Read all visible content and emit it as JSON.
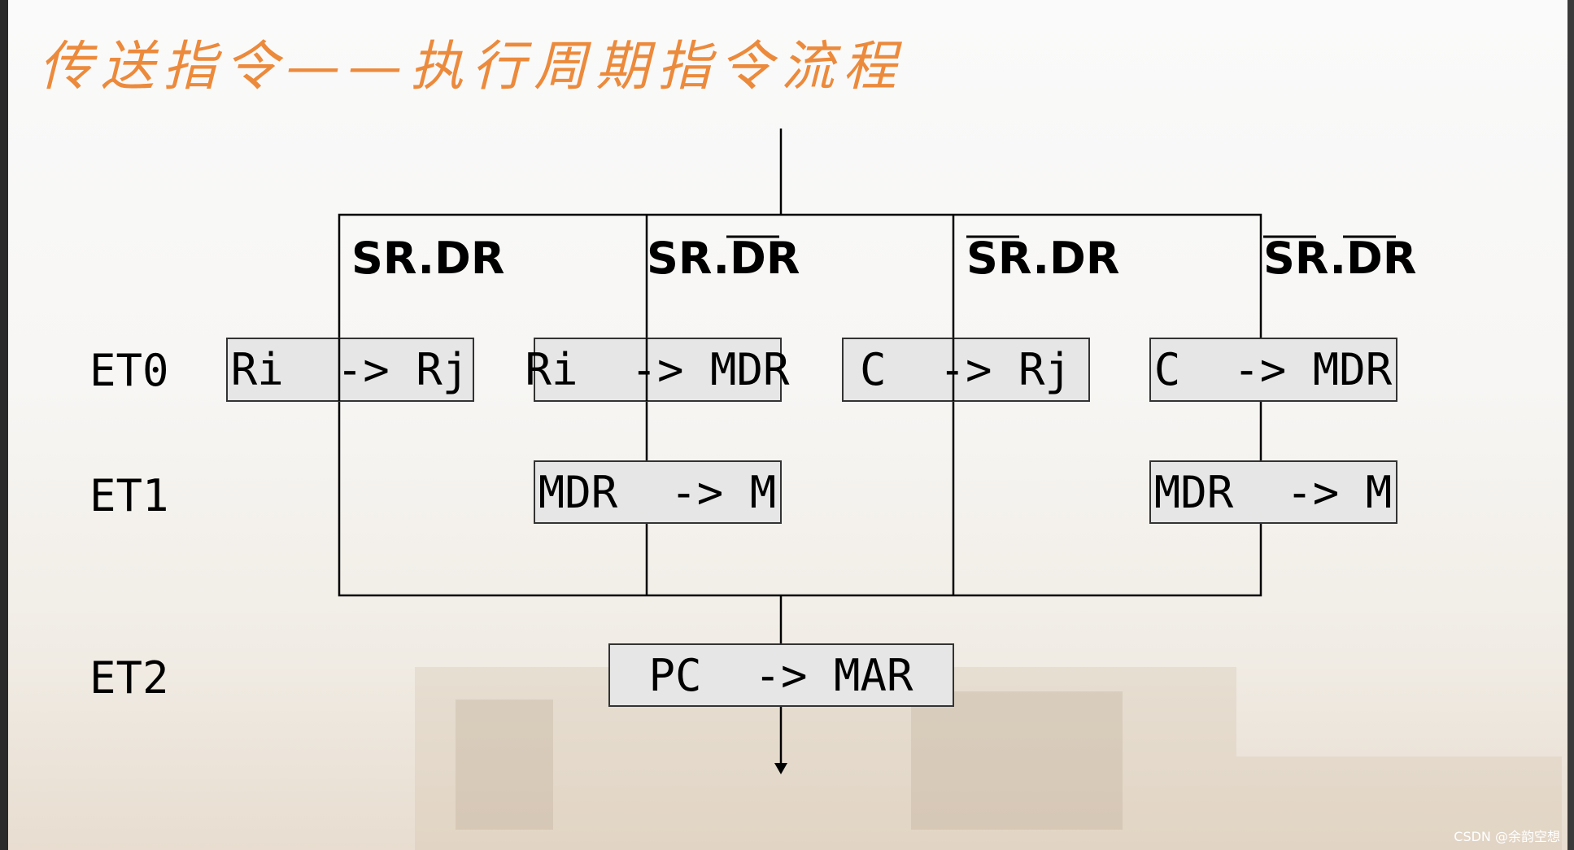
{
  "title": "传送指令——执行周期指令流程",
  "conditions": [
    {
      "sr": "SR.",
      "dr": "DR",
      "sr_bar": false,
      "dr_bar": false
    },
    {
      "sr": "SR.",
      "dr": "DR",
      "sr_bar": false,
      "dr_bar": true
    },
    {
      "sr": "SR.",
      "dr": "DR",
      "sr_bar": true,
      "dr_bar": false
    },
    {
      "sr": "SR.",
      "dr": "DR",
      "sr_bar": true,
      "dr_bar": true
    }
  ],
  "steps": {
    "et0": {
      "label": "ET0",
      "boxes": [
        "Ri  -> Rj",
        "Ri  -> MDR",
        "C  -> Rj",
        "C  -> MDR"
      ]
    },
    "et1": {
      "label": "ET1",
      "boxes": [
        "MDR  -> M",
        "MDR  -> M"
      ]
    },
    "et2": {
      "label": "ET2",
      "box": "PC  -> MAR"
    }
  },
  "watermark": "CSDN @余韵空想",
  "colors": {
    "title": "#ec8a3c",
    "box_fill": "#e6e6e6"
  }
}
